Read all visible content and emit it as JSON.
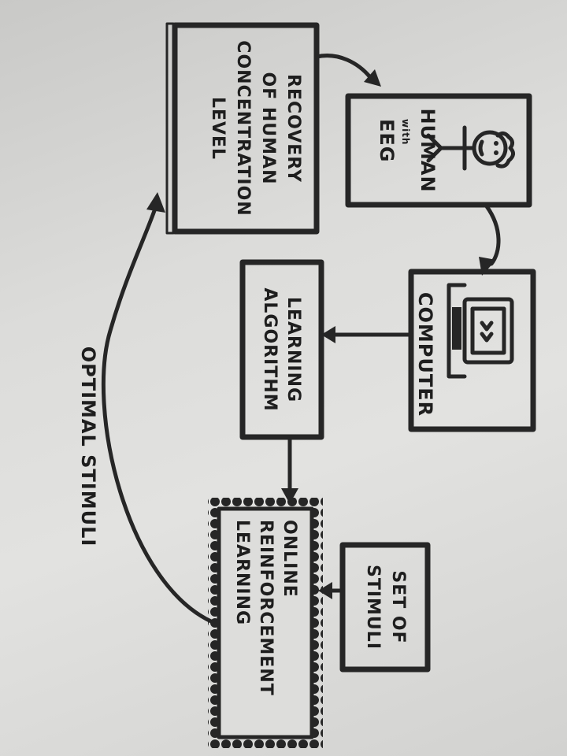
{
  "nodes": {
    "recovery": [
      "RECOVERY",
      "OF HUMAN",
      "CONCENTRATION",
      "LEVEL"
    ],
    "human": {
      "title": "HUMAN",
      "with": "with",
      "eeg": "EEG"
    },
    "computer": "COMPUTER",
    "learning_algorithm": [
      "LEARNING",
      "ALGORITHM"
    ],
    "online_rl": [
      "ONLINE",
      "REINFORCEMENT",
      "LEARNING"
    ],
    "set_of_stimuli": [
      "SET OF",
      "STIMULI"
    ]
  },
  "edges": {
    "optimal_stimuli_label": "OPTIMAL STIMULI"
  },
  "icons": {
    "human": "stick-figure-icon",
    "computer": "laptop-icon"
  },
  "colors": {
    "ink": "#262626",
    "paper": "#dcdcda"
  }
}
